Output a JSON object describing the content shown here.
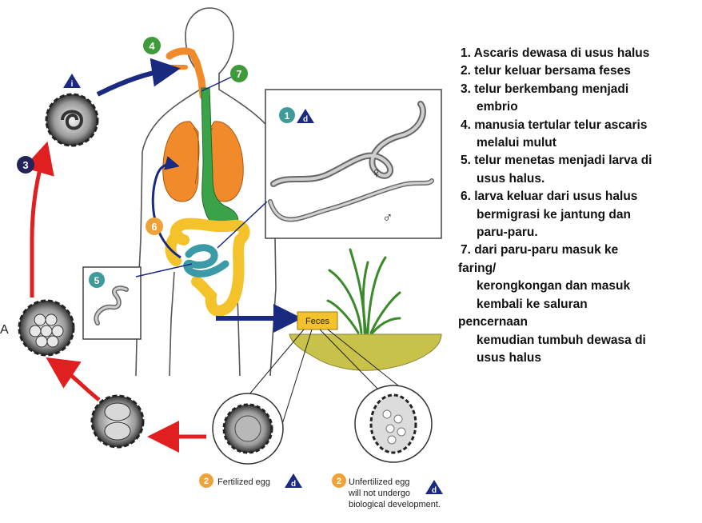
{
  "legend": [
    {
      "text": "1. Ascaris dewasa di usus halus",
      "indent": 1
    },
    {
      "text": "2. telur keluar bersama feses",
      "indent": 1
    },
    {
      "text": "3. telur berkembang menjadi",
      "indent": 1
    },
    {
      "text": "embrio",
      "indent": 2
    },
    {
      "text": "4. manusia tertular telur ascaris",
      "indent": 1
    },
    {
      "text": "melalui mulut",
      "indent": 2
    },
    {
      "text": "5. telur menetas menjadi larva di",
      "indent": 1
    },
    {
      "text": "usus halus.",
      "indent": 2
    },
    {
      "text": "6. larva keluar dari usus halus",
      "indent": 1
    },
    {
      "text": "bermigrasi ke jantung dan",
      "indent": 2
    },
    {
      "text": "paru-paru.",
      "indent": 2
    },
    {
      "text": "7. dari paru-paru masuk ke",
      "indent": 1
    },
    {
      "text": "faring/",
      "indent": 0
    },
    {
      "text": "kerongkongan dan masuk",
      "indent": 2
    },
    {
      "text": "kembali ke saluran",
      "indent": 2
    },
    {
      "text": "pencernaan",
      "indent": 0
    },
    {
      "text": "kemudian tumbuh dewasa di",
      "indent": 2
    },
    {
      "text": "usus halus",
      "indent": 2
    }
  ],
  "steps": {
    "s1": "1",
    "s2a": "2",
    "s2b": "2",
    "s3": "3",
    "s4": "4",
    "s5": "5",
    "s6": "6",
    "s7": "7"
  },
  "stage_marks": {
    "infective": "i",
    "diagnostic": "d"
  },
  "sex_symbols": {
    "female": "♀",
    "male": "♂"
  },
  "feces_label": "Feces",
  "fertilized_label": "Fertilized egg",
  "unfertilized_label": [
    "Unfertilized egg",
    "will not undergo",
    "biological development."
  ],
  "stray_char": "A",
  "colors": {
    "step_green": "#3f9a3a",
    "step_navy": "#23235a",
    "step_orange": "#f0a23a",
    "step_teal": "#3f9a9a",
    "arrow_red": "#e02020",
    "arrow_navy": "#1a2a80",
    "lungs": "#f08a2a",
    "intestine": "#f4c22a",
    "stomach": "#3aa34a",
    "small_intestine": "#3a9aa5",
    "feces_box": "#f4c22a",
    "soil": "#c9c24a"
  }
}
